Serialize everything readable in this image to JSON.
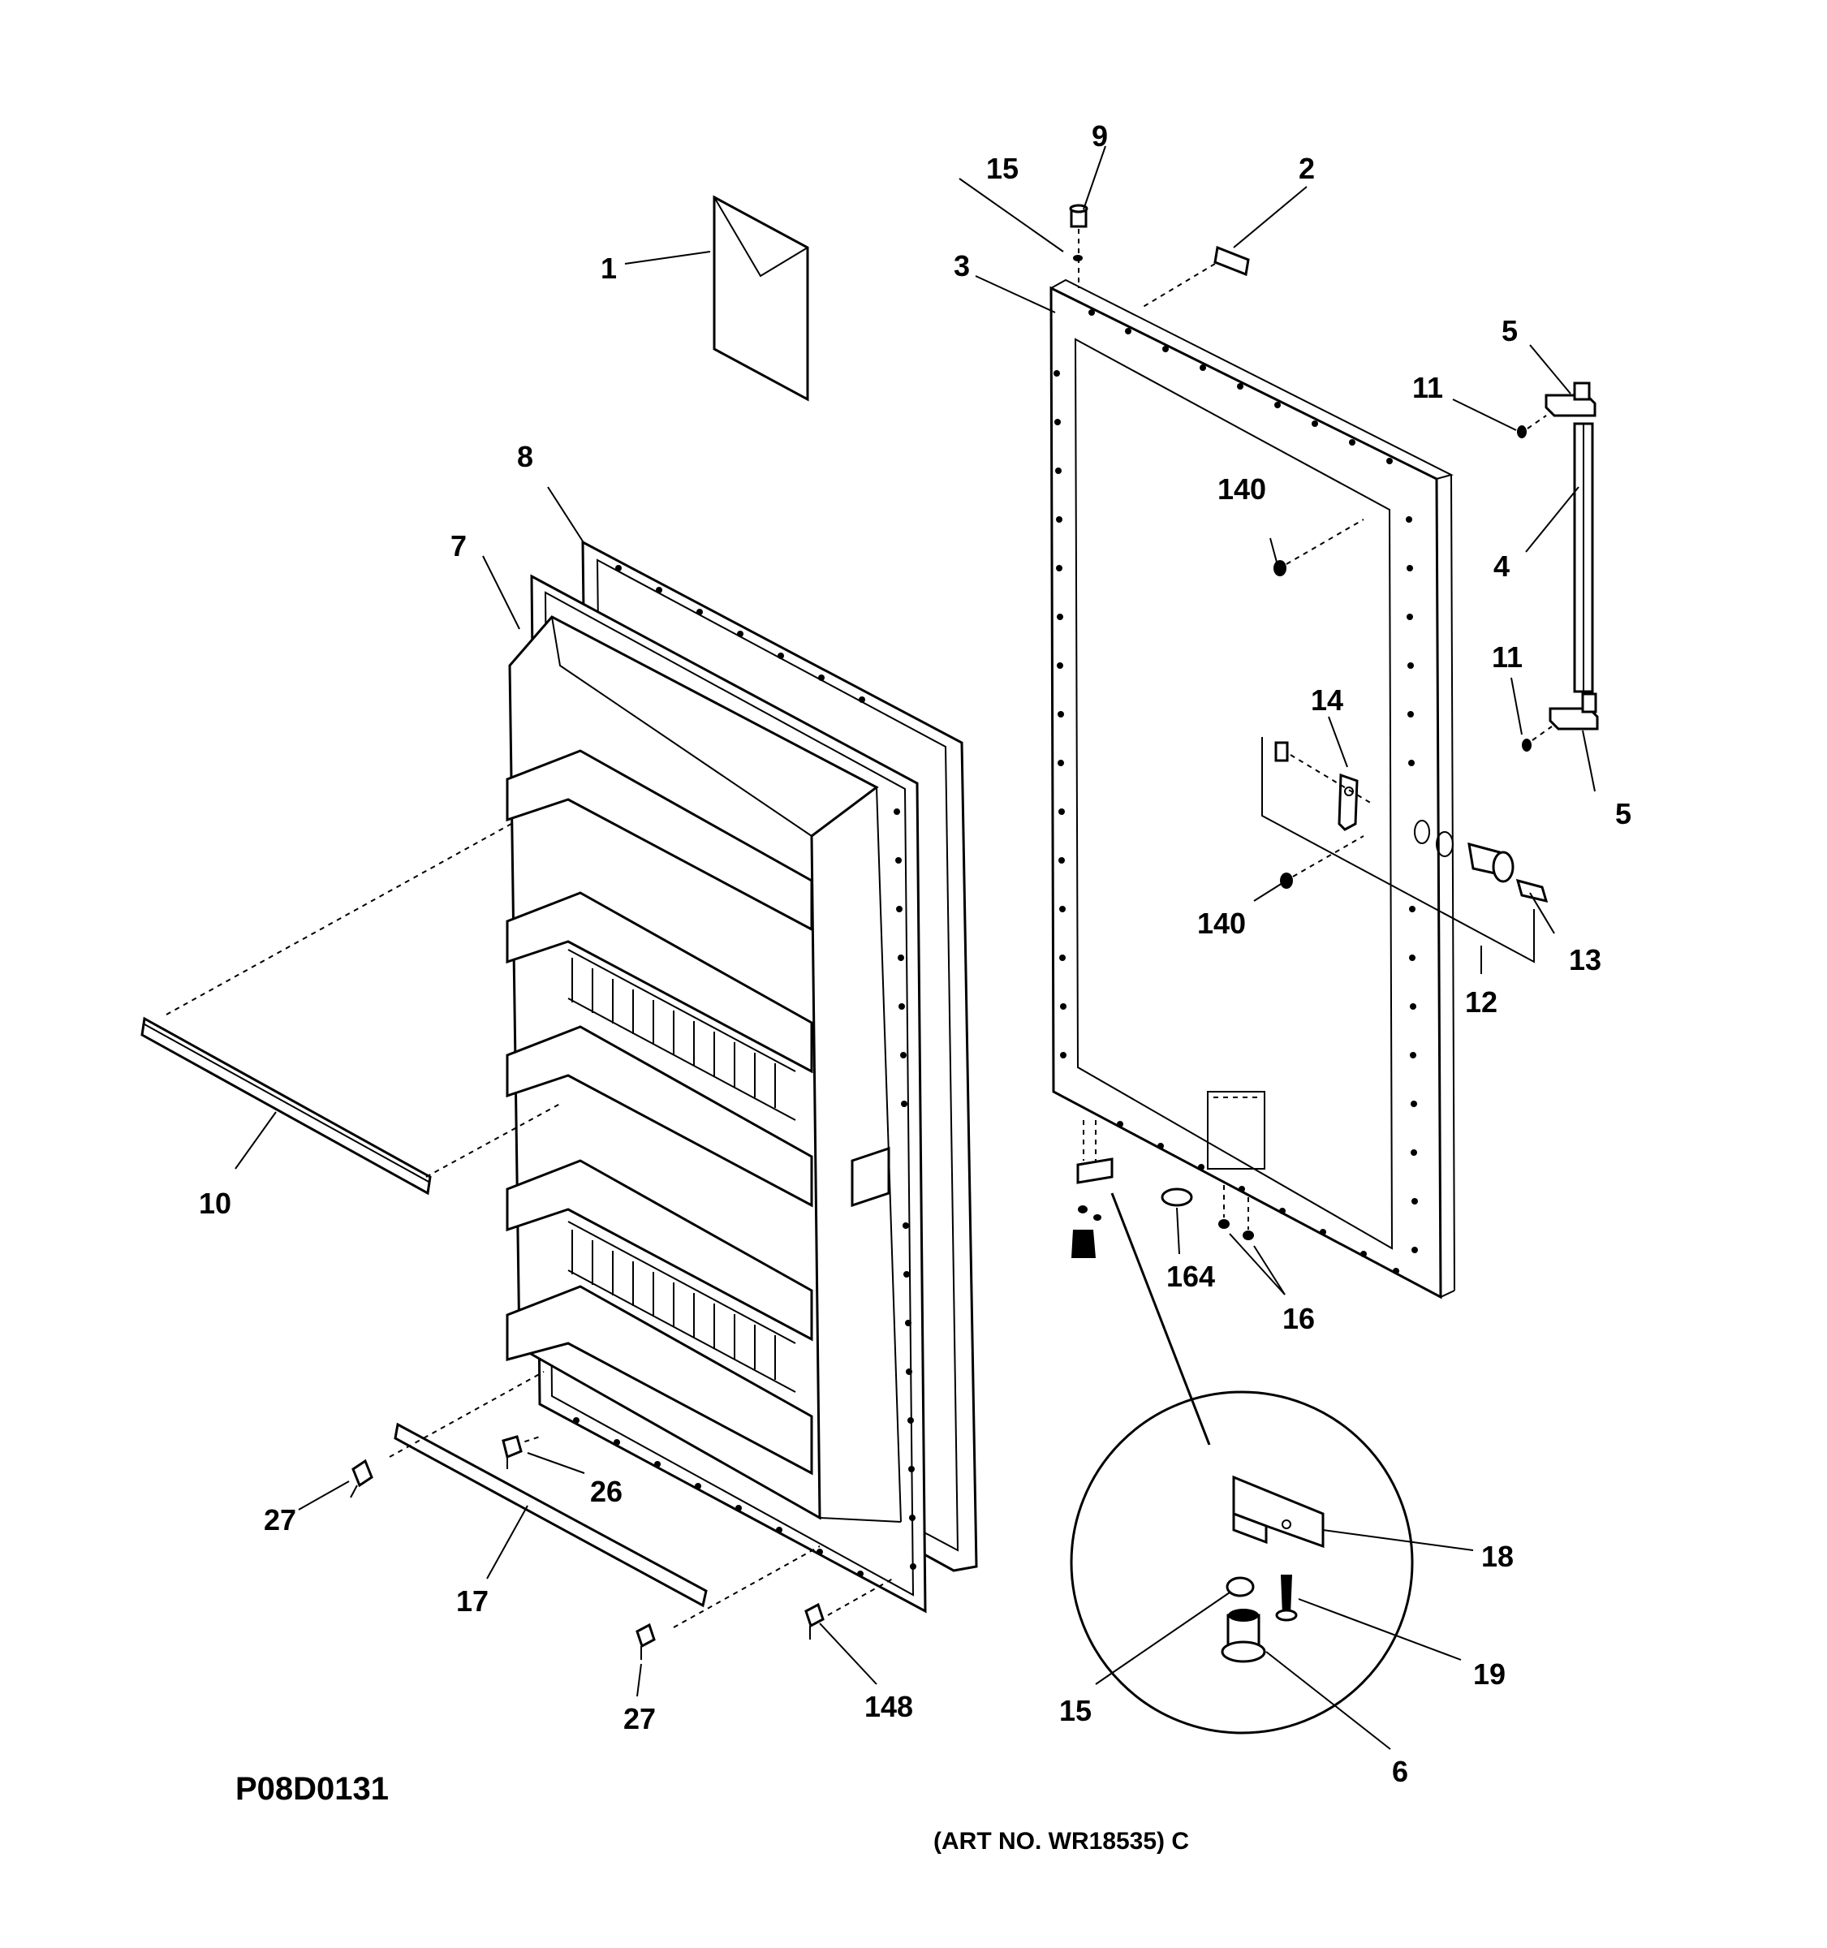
{
  "diagram": {
    "code": "P08D0131",
    "art_number": "(ART NO. WR18535) C",
    "parts": [
      {
        "id": "p1",
        "label": "1"
      },
      {
        "id": "p2",
        "label": "2"
      },
      {
        "id": "p3",
        "label": "3"
      },
      {
        "id": "p4",
        "label": "4"
      },
      {
        "id": "p5a",
        "label": "5"
      },
      {
        "id": "p5b",
        "label": "5"
      },
      {
        "id": "p6",
        "label": "6"
      },
      {
        "id": "p7",
        "label": "7"
      },
      {
        "id": "p8",
        "label": "8"
      },
      {
        "id": "p9",
        "label": "9"
      },
      {
        "id": "p10",
        "label": "10"
      },
      {
        "id": "p11a",
        "label": "11"
      },
      {
        "id": "p11b",
        "label": "11"
      },
      {
        "id": "p12",
        "label": "12"
      },
      {
        "id": "p13",
        "label": "13"
      },
      {
        "id": "p14",
        "label": "14"
      },
      {
        "id": "p15a",
        "label": "15"
      },
      {
        "id": "p15b",
        "label": "15"
      },
      {
        "id": "p16",
        "label": "16"
      },
      {
        "id": "p17",
        "label": "17"
      },
      {
        "id": "p18",
        "label": "18"
      },
      {
        "id": "p19",
        "label": "19"
      },
      {
        "id": "p26",
        "label": "26"
      },
      {
        "id": "p27a",
        "label": "27"
      },
      {
        "id": "p27b",
        "label": "27"
      },
      {
        "id": "p140a",
        "label": "140"
      },
      {
        "id": "p140b",
        "label": "140"
      },
      {
        "id": "p148",
        "label": "148"
      },
      {
        "id": "p164",
        "label": "164"
      }
    ]
  }
}
